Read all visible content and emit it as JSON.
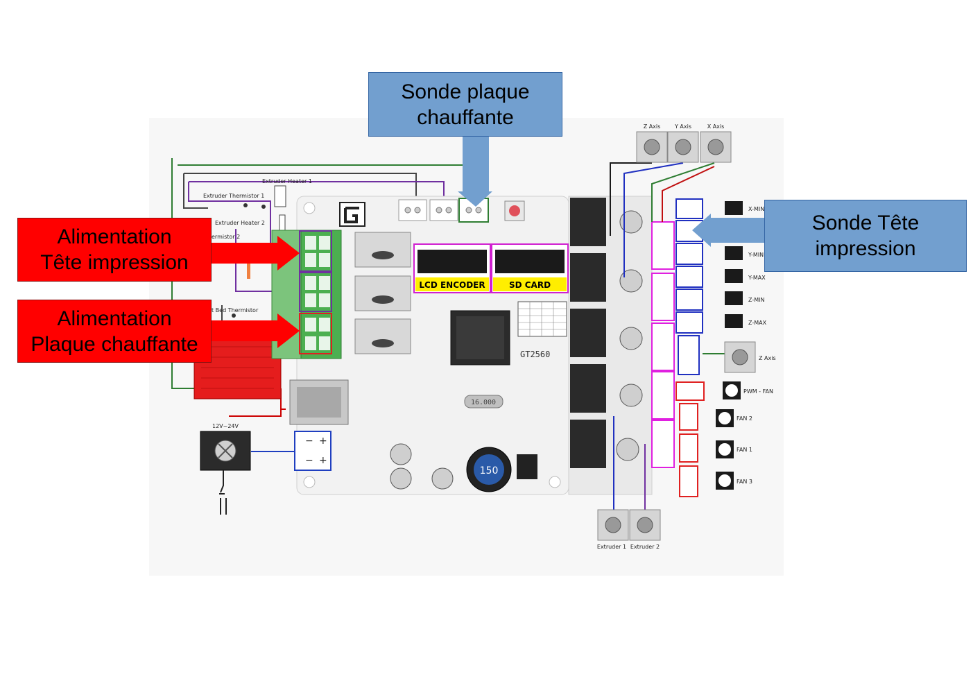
{
  "callouts": {
    "sonde_plaque": [
      "Sonde plaque",
      "chauffante"
    ],
    "sonde_tete": [
      "Sonde Tête",
      "impression"
    ],
    "alim_tete": [
      "Alimentation",
      "Tête impression"
    ],
    "alim_plaque": [
      "Alimentation",
      "Plaque chauffante"
    ]
  },
  "board": {
    "model": "GT2560",
    "headers": {
      "lcd": "LCD ENCODER",
      "sd": "SD CARD"
    },
    "inductor": "150",
    "crystal": "16.000"
  },
  "components": {
    "extruder_heater_1": "Extruder Heater 1",
    "extruder_thermistor_1": "Extruder Thermistor 1",
    "extruder_heater_2": "Extruder Heater 2",
    "extruder_thermistor_2": "ermistor 2",
    "heat_bed_thermistor": "t Bed Thermistor",
    "psu": "12V~24V"
  },
  "motors": {
    "top": [
      "Z Axis",
      "Y Axis",
      "X Axis"
    ],
    "right": "Z Axis",
    "bottom": [
      "Extruder 1",
      "Extruder 2"
    ]
  },
  "endstops": [
    "X-MIN",
    "Y-MIN",
    "Y-MAX",
    "Z-MIN",
    "Z-MAX"
  ],
  "fans": [
    "PWM - FAN",
    "FAN 2",
    "FAN 1",
    "FAN 3"
  ],
  "colors": {
    "callout_red": "#ff0000",
    "callout_blue": "#729fcf",
    "arrow_red": "#ff0000",
    "arrow_blue": "#729fcf",
    "highlight_purple": "#7030a0",
    "highlight_magenta": "#e020e0",
    "highlight_blue": "#2030c0",
    "highlight_red": "#e02020",
    "header_label": "#ffee00"
  }
}
